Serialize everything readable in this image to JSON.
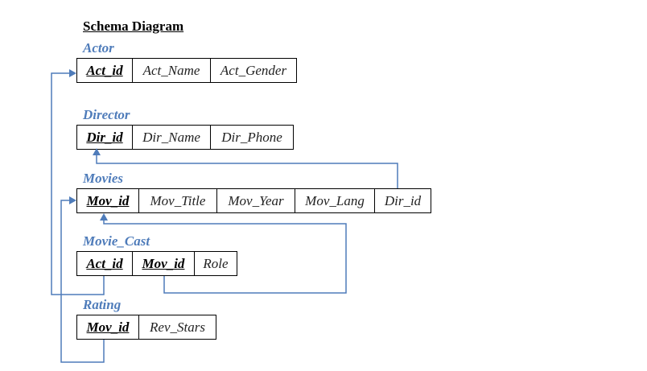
{
  "title": "Schema Diagram",
  "colors": {
    "heading": "#4f7cba",
    "connector": "#4f7cba"
  },
  "tables": {
    "actor": {
      "name": "Actor",
      "fields": [
        {
          "label": "Act_id",
          "pk": true
        },
        {
          "label": "Act_Name",
          "pk": false
        },
        {
          "label": "Act_Gender",
          "pk": false
        }
      ]
    },
    "director": {
      "name": "Director",
      "fields": [
        {
          "label": "Dir_id",
          "pk": true
        },
        {
          "label": "Dir_Name",
          "pk": false
        },
        {
          "label": "Dir_Phone",
          "pk": false
        }
      ]
    },
    "movies": {
      "name": "Movies",
      "fields": [
        {
          "label": "Mov_id",
          "pk": true
        },
        {
          "label": "Mov_Title",
          "pk": false
        },
        {
          "label": "Mov_Year",
          "pk": false
        },
        {
          "label": "Mov_Lang",
          "pk": false
        },
        {
          "label": "Dir_id",
          "pk": false
        }
      ]
    },
    "movie_cast": {
      "name": "Movie_Cast",
      "fields": [
        {
          "label": "Act_id",
          "pk": true
        },
        {
          "label": "Mov_id",
          "pk": true
        },
        {
          "label": "Role",
          "pk": false
        }
      ]
    },
    "rating": {
      "name": "Rating",
      "fields": [
        {
          "label": "Mov_id",
          "pk": true
        },
        {
          "label": "Rev_Stars",
          "pk": false
        }
      ]
    }
  },
  "relationships": [
    {
      "from": "movies.Dir_id",
      "to": "director.Dir_id"
    },
    {
      "from": "movie_cast.Act_id",
      "to": "actor.Act_id"
    },
    {
      "from": "movie_cast.Mov_id",
      "to": "movies.Mov_id"
    },
    {
      "from": "rating.Mov_id",
      "to": "movies.Mov_id"
    }
  ]
}
